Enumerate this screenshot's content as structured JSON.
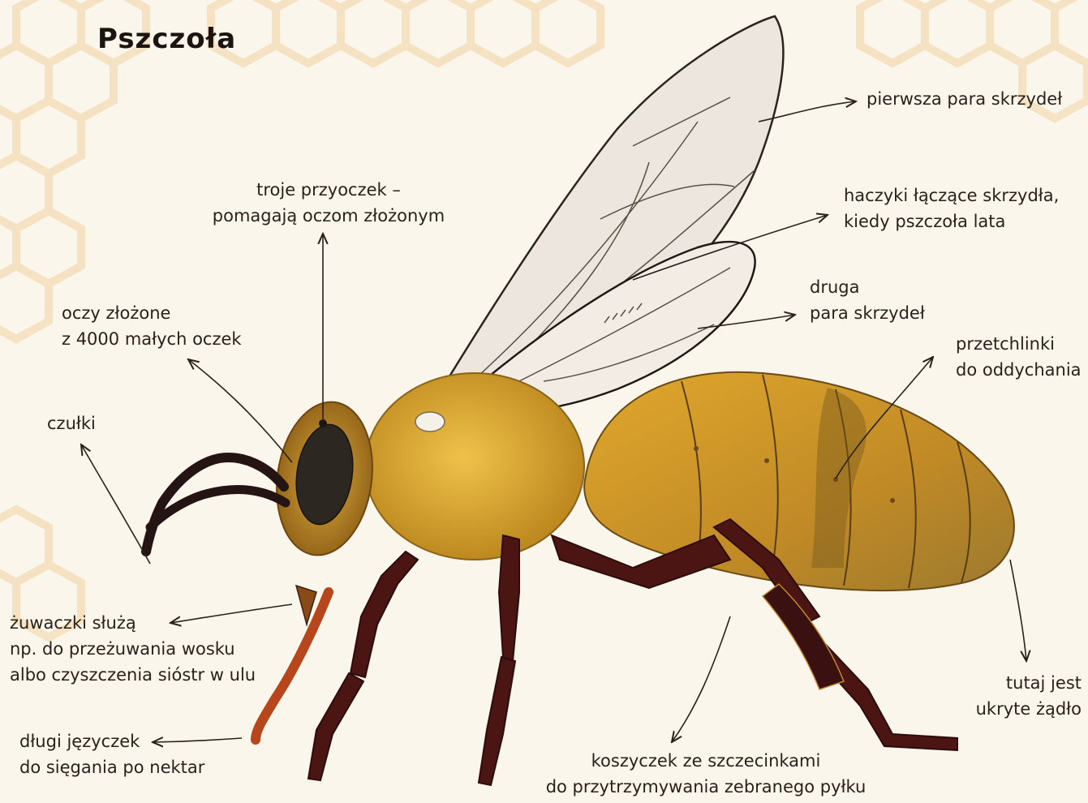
{
  "title": "Pszczoła",
  "labels": {
    "wings_first": [
      "pierwsza para skrzydeł"
    ],
    "hooks": [
      "haczyki łączące skrzydła,",
      "kiedy pszczoła lata"
    ],
    "ocelli": [
      "troje przyoczek –",
      "pomagają oczom złożonym"
    ],
    "wings_second": [
      "druga",
      "para skrzydeł"
    ],
    "eyes": [
      "oczy złożone",
      "z 4000 małych oczek"
    ],
    "spiracles": [
      "przetchlinki",
      "do oddychania"
    ],
    "antennae": [
      "czułki"
    ],
    "mandibles": [
      "żuwaczki służą",
      "np. do przeżuwania wosku",
      "albo czyszczenia sióstr w ulu"
    ],
    "stinger": [
      "tutaj jest",
      "ukryte żądło"
    ],
    "tongue": [
      "długi języczek",
      "do sięgania po nektar"
    ],
    "basket": [
      "koszyczek ze szczecinkami",
      "do przytrzymywania zebranego pyłku"
    ]
  },
  "colors": {
    "background": "#fbf6ec",
    "honeycomb": "#f3dcb6",
    "body_yellow": "#d8a32a",
    "body_dark": "#8f5a12",
    "legs": "#4a1512",
    "tongue": "#b8461c",
    "wing": "#ece6de",
    "ink": "#2a211c"
  }
}
